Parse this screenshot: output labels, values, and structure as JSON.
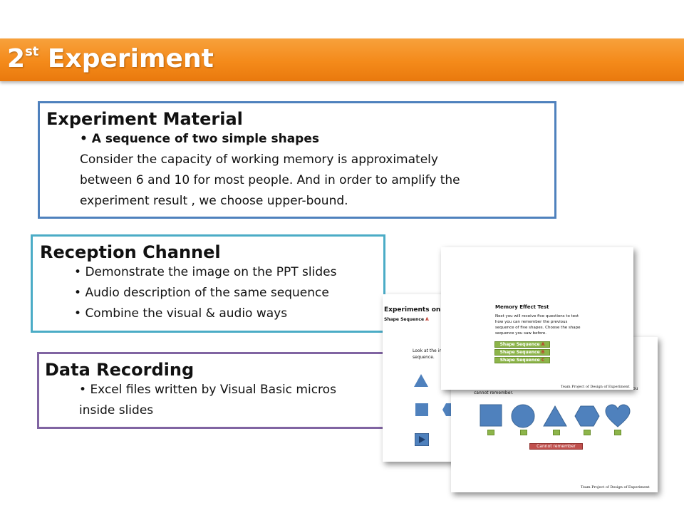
{
  "title": {
    "main": "2",
    "superscript": "st",
    "rest": " Experiment"
  },
  "material": {
    "heading": "Experiment Material",
    "bullet": "A sequence of two simple shapes",
    "lines": [
      "Consider the capacity of working memory is approximately",
      "between 6 and 10 for most people. And in order to amplify the",
      "experiment result , we choose upper-bound."
    ]
  },
  "reception": {
    "heading": "Reception Channel",
    "bullets": [
      "Demonstrate the image on the PPT slides",
      "Audio description of the same sequence",
      "Combine the visual & audio ways"
    ]
  },
  "data_recording": {
    "heading": "Data Recording",
    "bullet_line1": "Excel files written by Visual Basic micros",
    "bullet_line2": "inside slides"
  },
  "slides": {
    "back": {
      "title": "Experiments on W",
      "subtitle": "Shape Sequence",
      "subtitle_letter": "A",
      "text1": "Look at the im",
      "text2": "sequence."
    },
    "front": {
      "title": "Memory Effect Test",
      "body": [
        "Next you will receive five questions to test",
        "how you can remember the previous",
        "sequence of five shapes. Choose the shape",
        "sequence you saw before."
      ],
      "buttons": [
        {
          "label": "Shape Sequence",
          "letter": "A"
        },
        {
          "label": "Shape Sequence",
          "letter": "B"
        },
        {
          "label": "Shape Sequence",
          "letter": "C"
        }
      ],
      "footer": "Team Project of Design of Experiment"
    },
    "right": {
      "top_text": "cannot remember.",
      "top_suffix": "ou",
      "cannot_button": "Cannot remember",
      "footer": "Team Project of Design of Experiment"
    }
  },
  "colors": {
    "title_bar": "#f48a1a",
    "material_border": "#4f81bd",
    "reception_border": "#4bacc6",
    "data_border": "#8064a2",
    "shape_blue": "#4f81bd",
    "button_green": "#8db54a",
    "button_red": "#c0504d"
  }
}
